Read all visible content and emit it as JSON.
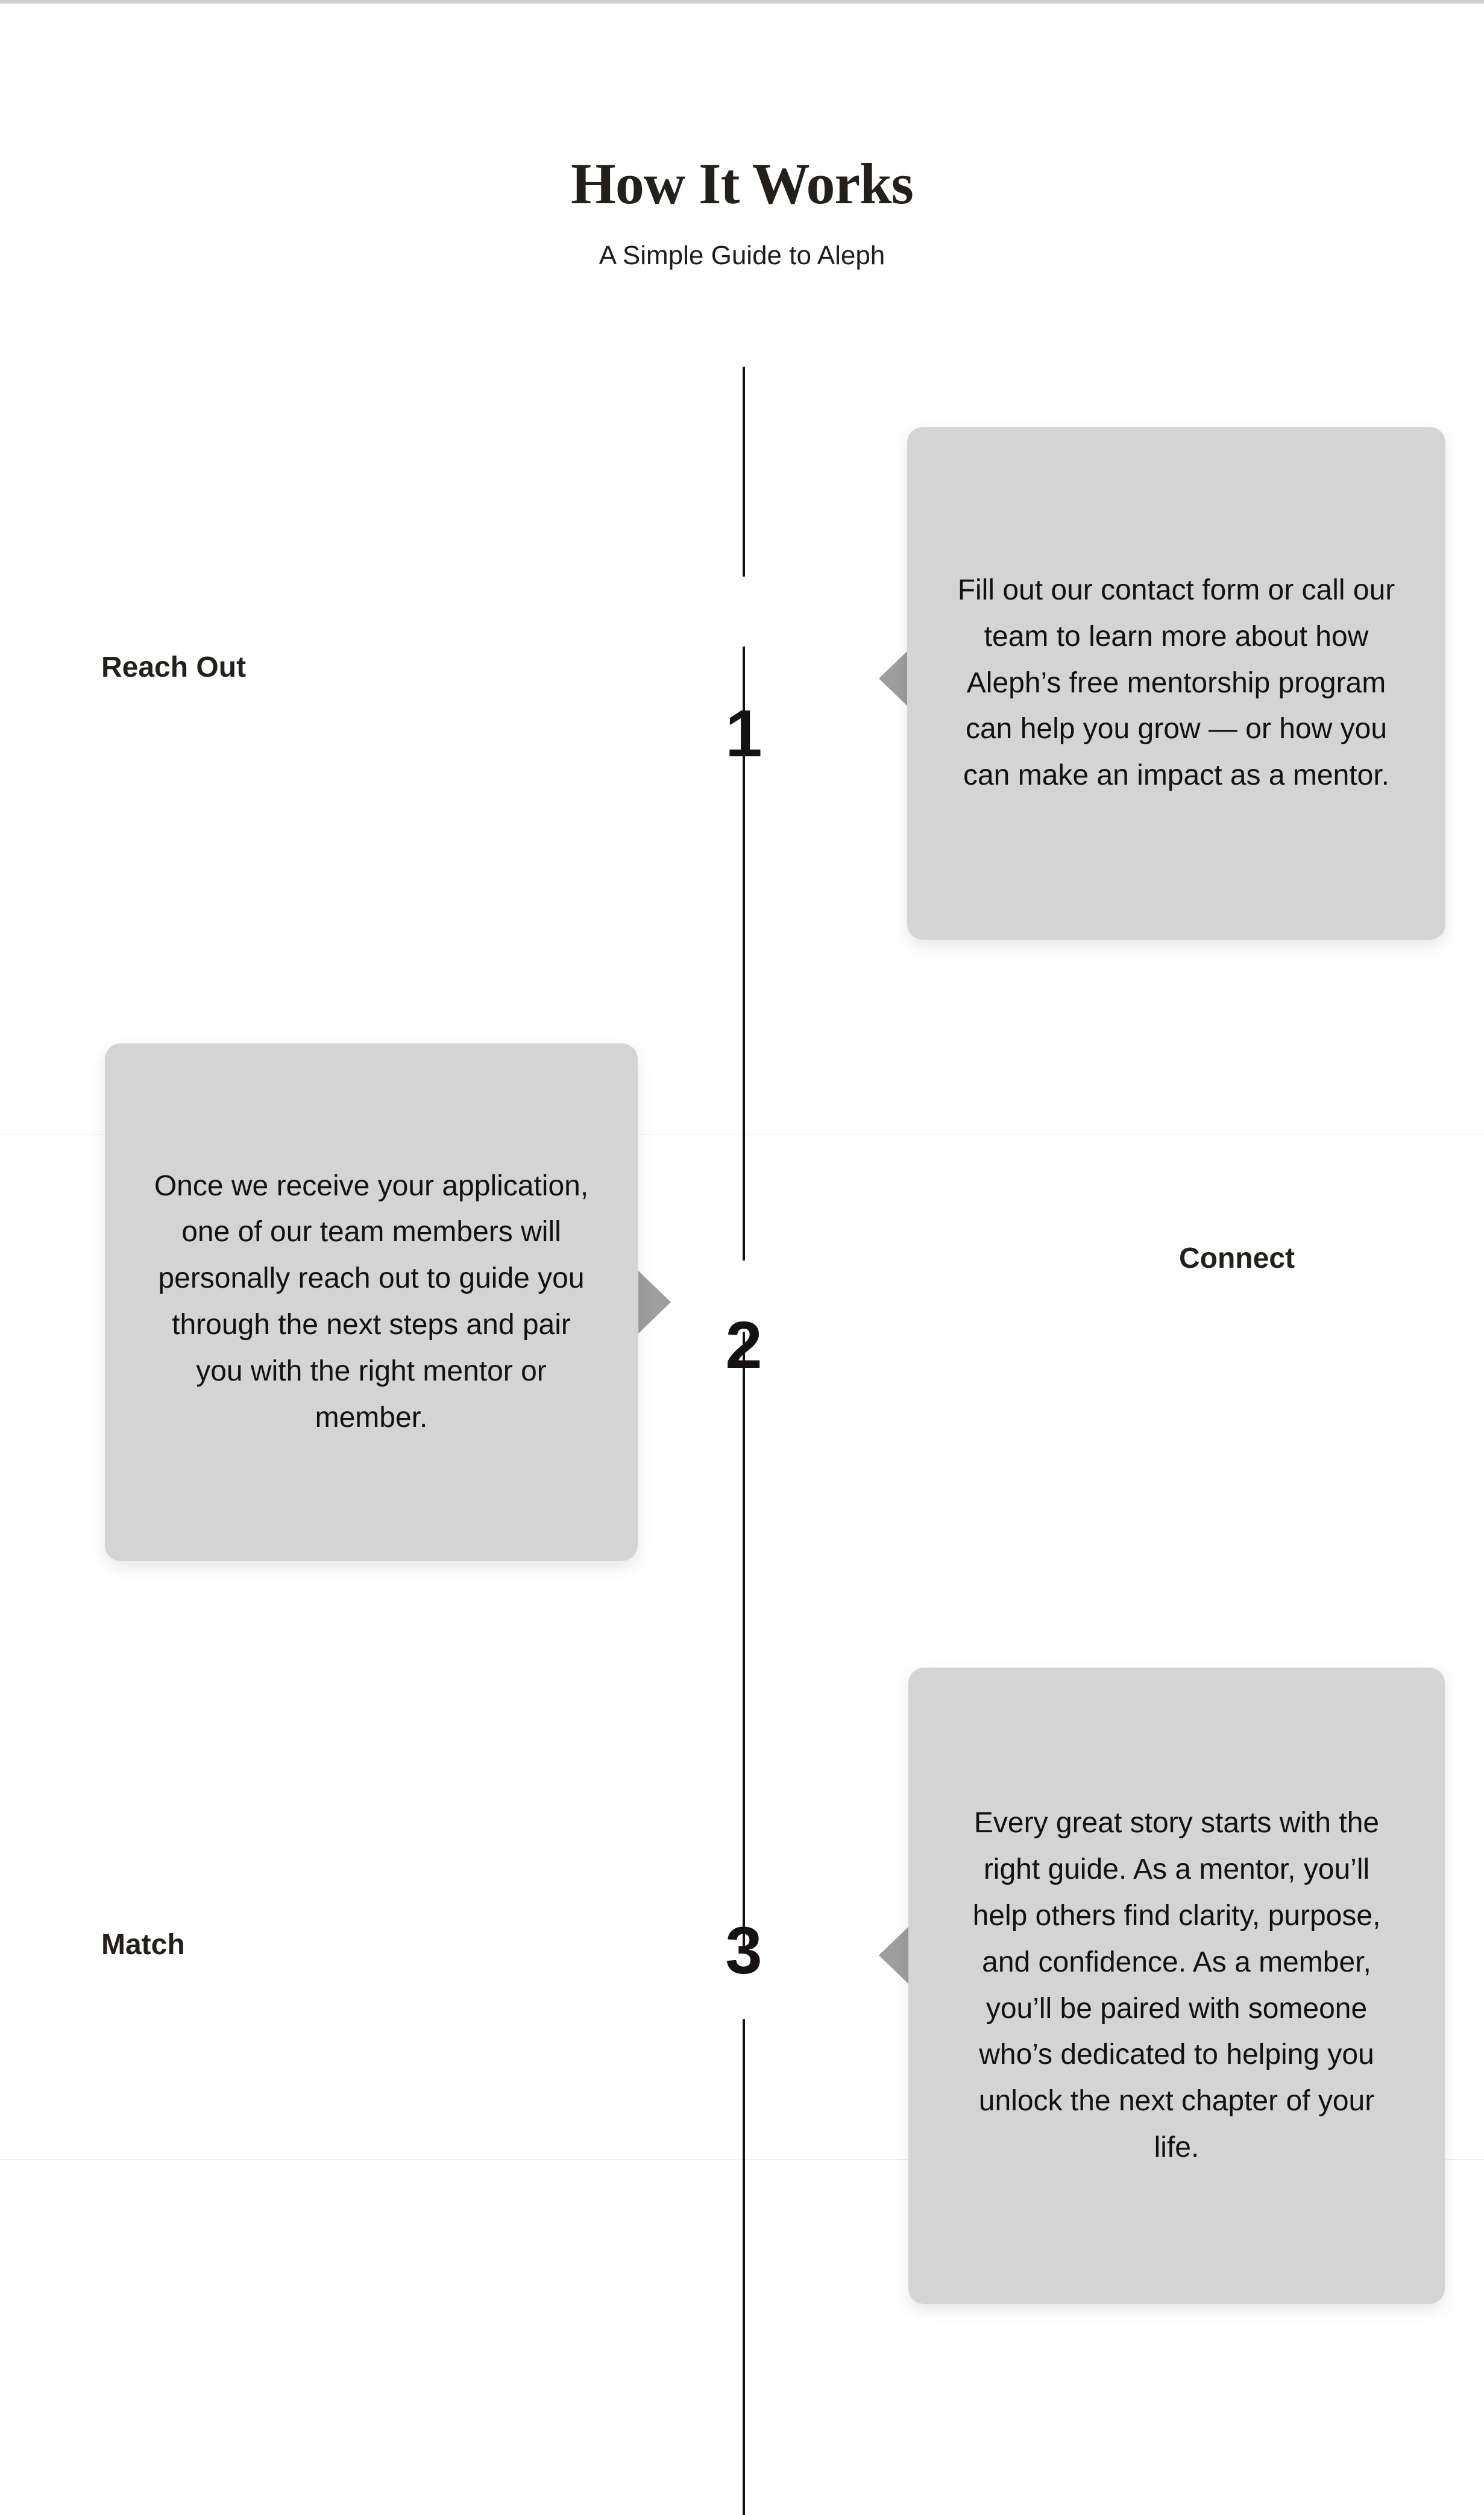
{
  "header": {
    "title": "How It Works",
    "subtitle": "A Simple Guide to Aleph"
  },
  "colors": {
    "background": "#ffffff",
    "title_text": "#241f1b",
    "body_text": "#111111",
    "card_fill": "#d4d4d4",
    "pointer_fill": "#9e9e9e",
    "timeline_line": "#111111",
    "top_strip": "#d0d0d0"
  },
  "timeline": {
    "steps": [
      {
        "number": "1",
        "label": "Reach Out",
        "label_side": "left",
        "card_side": "right",
        "pointer_direction": "left",
        "description": "Fill out our contact form or call our team to learn more about how Aleph’s free mentorship program can help you grow — or how you can make an impact as a mentor."
      },
      {
        "number": "2",
        "label": "Connect",
        "label_side": "right",
        "card_side": "left",
        "pointer_direction": "right",
        "description": "Once we receive your application, one of our team members will personally reach out to guide you through the next steps and pair you with the right mentor or member."
      },
      {
        "number": "3",
        "label": "Match",
        "label_side": "left",
        "card_side": "right",
        "pointer_direction": "left",
        "description": "Every great story starts with the right guide. As a mentor, you’ll help others find clarity, purpose, and confidence. As a member, you’ll be paired with someone who’s dedicated to helping you unlock the next chapter of your life."
      }
    ]
  }
}
